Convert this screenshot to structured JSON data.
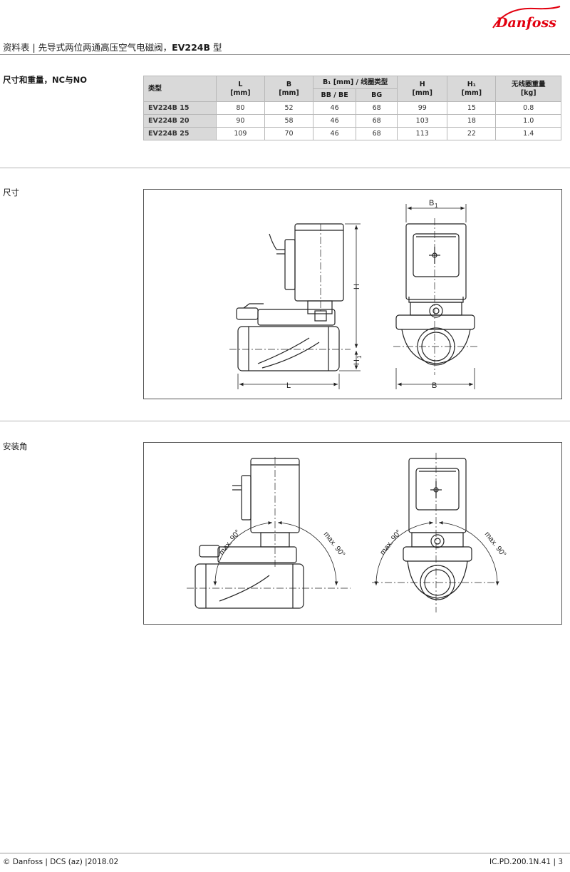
{
  "header": {
    "title_prefix": "资料表 | 先导式两位两通高压空气电磁阀，",
    "title_model": "EV224B",
    "title_suffix": " 型",
    "logo_text": "Danfoss",
    "brand_color": "#e2000f"
  },
  "sections": {
    "dims_weight_prefix": "尺寸和重量，",
    "dims_weight_bold": "NC",
    "dims_weight_mid": "与",
    "dims_weight_bold2": "NO",
    "dimensions": "尺寸",
    "mounting_angle": "安装角"
  },
  "table": {
    "headers": {
      "type": "类型",
      "L": "L",
      "L_unit": "[mm]",
      "B": "B",
      "B_unit": "[mm]",
      "B1_group": "B₁ [mm] / 线圈类型",
      "BB_BE": "BB / BE",
      "BG": "BG",
      "H": "H",
      "H_unit": "[mm]",
      "H1": "H₁",
      "H1_unit": "[mm]",
      "weight": "无线圈重量",
      "weight_unit": "[kg]"
    },
    "rows": [
      {
        "model": "EV224B 15",
        "L": "80",
        "B": "52",
        "B1_bb": "46",
        "B1_bg": "68",
        "H": "99",
        "H1": "15",
        "weight": "0.8"
      },
      {
        "model": "EV224B 20",
        "L": "90",
        "B": "58",
        "B1_bb": "46",
        "B1_bg": "68",
        "H": "103",
        "H1": "18",
        "weight": "1.0"
      },
      {
        "model": "EV224B 25",
        "L": "109",
        "B": "70",
        "B1_bb": "46",
        "B1_bg": "68",
        "H": "113",
        "H1": "22",
        "weight": "1.4"
      }
    ]
  },
  "diagram_labels": {
    "L": "L",
    "B": "B",
    "B1": "B",
    "B1_sub": "1",
    "H": "H",
    "H1": "H",
    "H1_sub": "1",
    "max90": "max. 90°"
  },
  "footer": {
    "left": "© Danfoss | DCS (az) |2018.02",
    "right": "IC.PD.200.1N.41 | 3"
  }
}
